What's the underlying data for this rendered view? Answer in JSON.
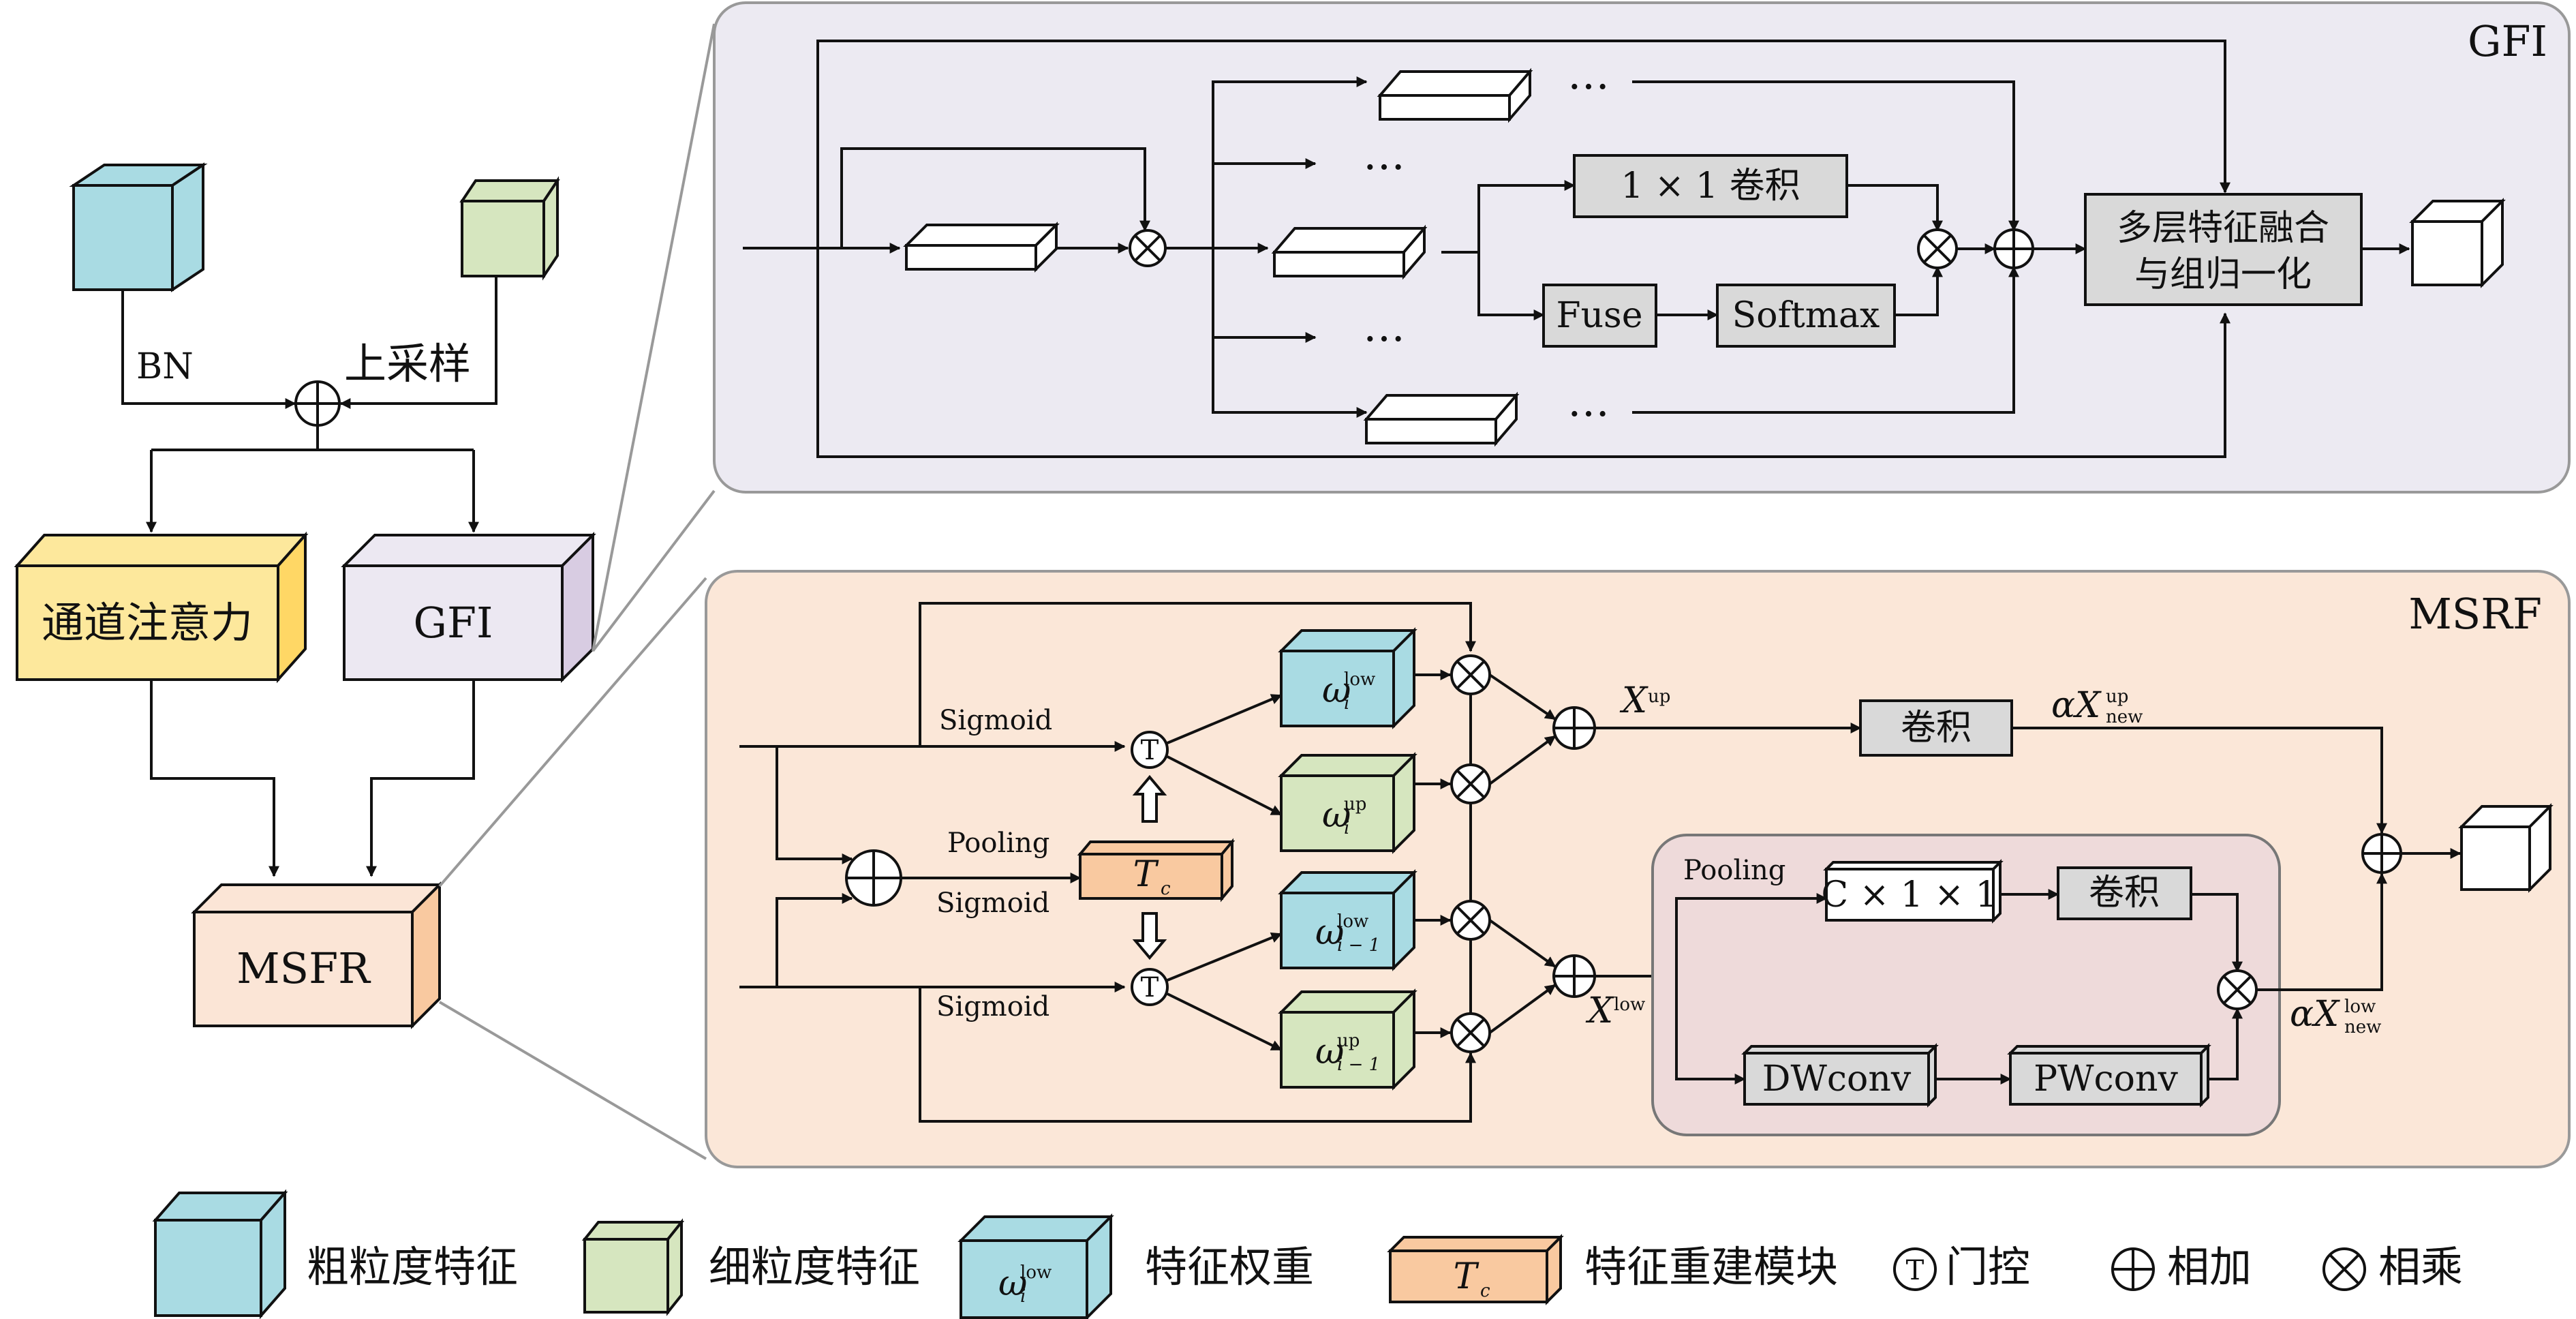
{
  "left": {
    "bn_label": "BN",
    "upsample_label": "上采样",
    "channel_attention": "通道注意力",
    "gfi": "GFI",
    "msfr": "MSFR"
  },
  "gfi_panel": {
    "title": "GFI",
    "ellipsis": "…",
    "conv1x1": "1 × 1 卷积",
    "fuse": "Fuse",
    "softmax": "Softmax",
    "multi_fusion_line1": "多层特征融合",
    "multi_fusion_line2": "与组归一化"
  },
  "msrf_panel": {
    "title": "MSRF",
    "sigmoid": "Sigmoid",
    "pooling": "Pooling",
    "tc": "T",
    "tc_sub": "c",
    "omega": "ω",
    "sup_low": "low",
    "sup_up": "up",
    "sub_i": "i",
    "sub_i_minus_1": "i − 1",
    "x_up": "X",
    "x_low": "X",
    "conv": "卷积",
    "alpha_x_new": "αX",
    "sub_new": "new",
    "c11": "C × 1 × 1",
    "dwconv": "DWconv",
    "pwconv": "PWconv",
    "gate": "T"
  },
  "legend": {
    "coarse": "粗粒度特征",
    "fine": "细粒度特征",
    "weight": "特征权重",
    "rebuild": "特征重建模块",
    "gate": "门控",
    "add": "相加",
    "mul": "相乘"
  },
  "colors": {
    "blue": "#a9dbe3",
    "green": "#d6e6bf",
    "yellow": "#fde89c",
    "lavender": "#ece8f2",
    "peach": "#fbe5d6",
    "orange": "#f9c9a0",
    "gfi_bg": "#eceaf2",
    "msrf_bg": "#fbe7d8",
    "inner_bg": "#eedada",
    "gray_box": "#d9d9d9"
  }
}
